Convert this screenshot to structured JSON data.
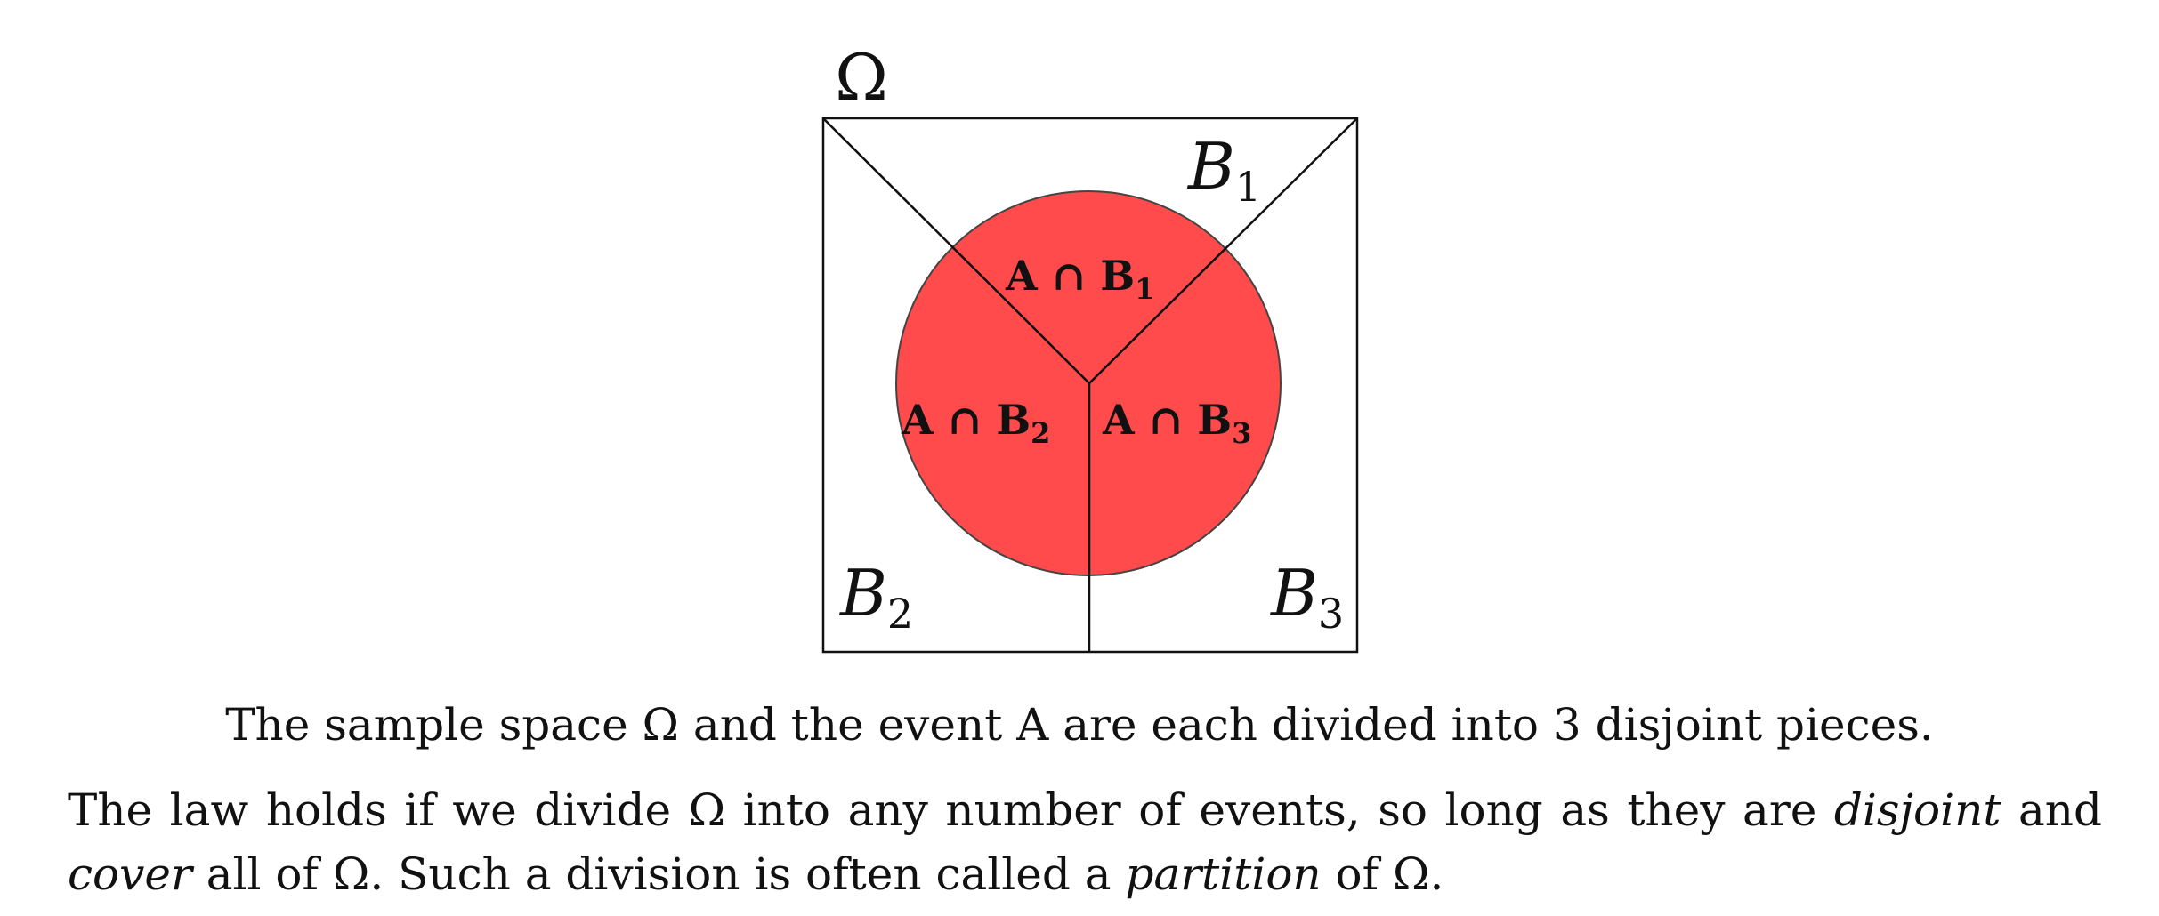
{
  "diagram": {
    "omega_label": "Ω",
    "regions": {
      "b1": "B",
      "b1_sub": "1",
      "b2": "B",
      "b2_sub": "2",
      "b3": "B",
      "b3_sub": "3"
    },
    "intersections": {
      "ab1": "A ∩ B",
      "ab1_sub": "1",
      "ab2": "A ∩ B",
      "ab2_sub": "2",
      "ab3": "A ∩ B",
      "ab3_sub": "3"
    },
    "colors": {
      "event_fill": "#ff4b4b",
      "stroke": "#111111"
    }
  },
  "caption": "The sample space Ω and the event A are each divided into 3 disjoint pieces.",
  "paragraph": {
    "part1": "The law holds if we divide Ω into any number of events, so long as they are ",
    "em1": "disjoint",
    "part2": " and ",
    "em2": "cover",
    "part3": " all of Ω. Such a division is often called a ",
    "em3": "partition",
    "part4": " of Ω."
  }
}
